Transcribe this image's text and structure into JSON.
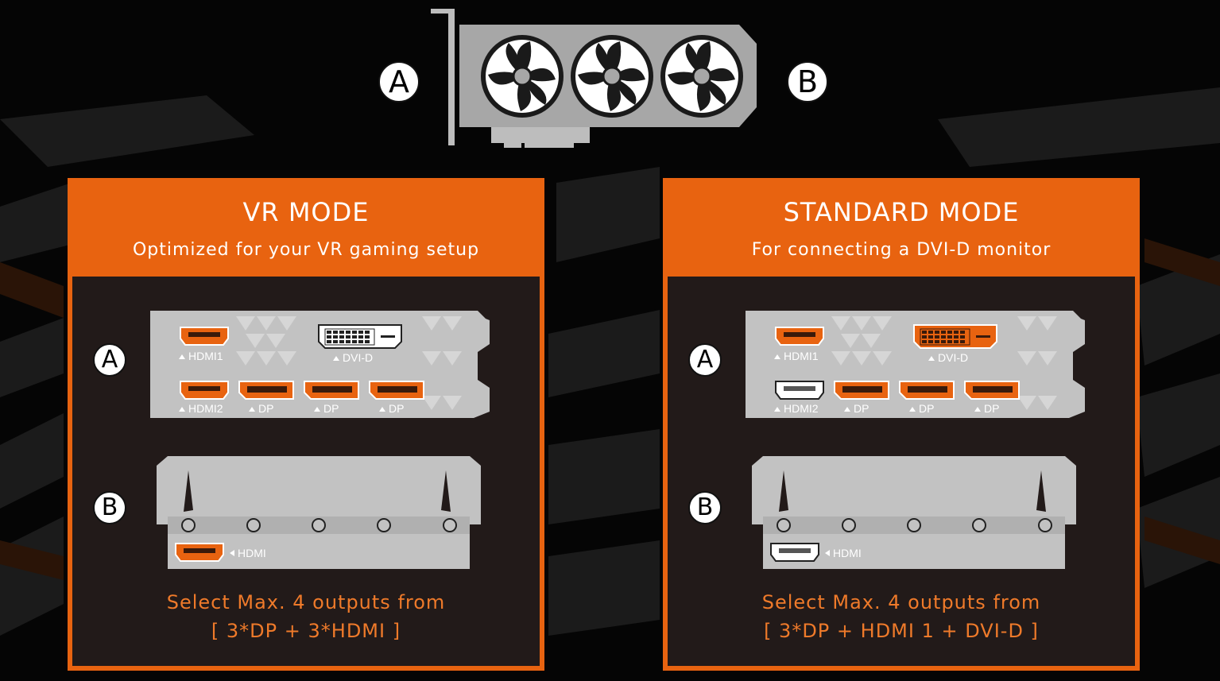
{
  "top": {
    "badge_a": "A",
    "badge_b": "B"
  },
  "panels": [
    {
      "title": "VR MODE",
      "subtitle": "Optimized for your VR gaming setup",
      "badge_a": "A",
      "badge_b": "B",
      "ports_a": {
        "hdmi1": "HDMI1",
        "dvid": "DVI-D",
        "hdmi2": "HDMI2",
        "dp1": "DP",
        "dp2": "DP",
        "dp3": "DP"
      },
      "port_b": "HDMI",
      "caption_line1": "Select Max. 4 outputs from",
      "caption_line2": "[ 3*DP + 3*HDMI ]"
    },
    {
      "title": "STANDARD MODE",
      "subtitle": "For connecting a DVI-D monitor",
      "badge_a": "A",
      "badge_b": "B",
      "ports_a": {
        "hdmi1": "HDMI1",
        "dvid": "DVI-D",
        "hdmi2": "HDMI2",
        "dp1": "DP",
        "dp2": "DP",
        "dp3": "DP"
      },
      "port_b": "HDMI",
      "caption_line1": "Select Max. 4 outputs from",
      "caption_line2": "[ 3*DP + HDMI 1 + DVI-D ]"
    }
  ],
  "colors": {
    "accent": "#e86310",
    "panel_inner": "#221a19",
    "active_port": "#e86310",
    "inactive_port": "#c9c9c9",
    "caption": "#ef7a2a"
  }
}
